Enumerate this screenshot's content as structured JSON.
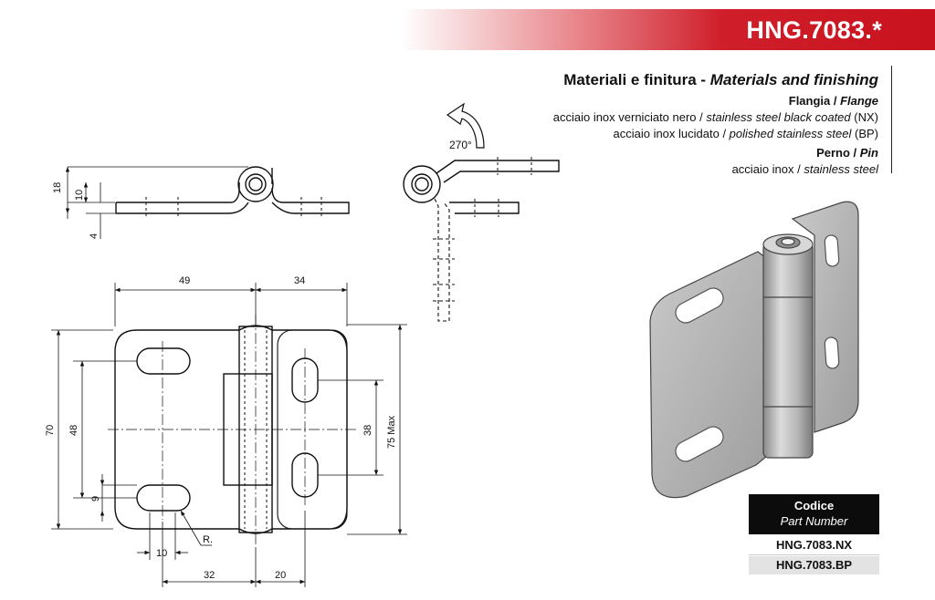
{
  "header": {
    "code": "HNG.7083.*"
  },
  "specs": {
    "heading_it": "Materiali e finitura - ",
    "heading_en": "Materials and finishing",
    "flange_it": "Flangia / ",
    "flange_en": "Flange",
    "nx_it": "acciaio inox verniciato nero / ",
    "nx_en": "stainless steel black coated",
    "nx_code": " (NX)",
    "bp_it": "acciaio inox lucidato / ",
    "bp_en": "polished stainless steel",
    "bp_code": " (BP)",
    "pin_it": "Perno / ",
    "pin_en": "Pin",
    "pin_mat_it": "acciaio inox / ",
    "pin_mat_en": "stainless steel"
  },
  "rotation_label": "270°",
  "dimensions": {
    "side_height": "18",
    "side_thickness_a": "10",
    "side_thickness_b": "4",
    "top_left_width": "49",
    "top_right_width": "34",
    "left_height": "70",
    "left_hole_spacing": "48",
    "left_hole_offset": "9",
    "right_hole_spacing": "38",
    "max_length": "75 Max",
    "radius": "R.",
    "bottom_slot": "10",
    "bottom_left": "32",
    "bottom_right": "20"
  },
  "table": {
    "header": "Codice",
    "subheader": "Part Number",
    "rows": [
      "HNG.7083.NX",
      "HNG.7083.BP"
    ]
  },
  "colors": {
    "accent": "#cf1f2b"
  }
}
